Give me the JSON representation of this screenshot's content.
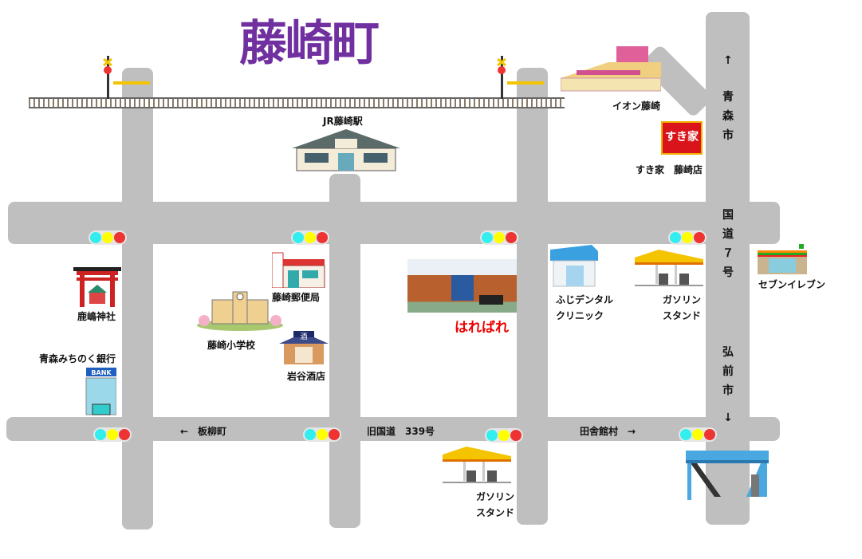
{
  "title": "藤崎町",
  "places": {
    "jr_station": "JR藤崎駅",
    "aeon": "イオン藤崎",
    "sukiya": "すき家　藤崎店",
    "sukiya_logo": "すき家",
    "seven": "セブンイレブン",
    "shrine": "鹿嶋神社",
    "bank": "青森みちのく銀行",
    "bank_sign": "BANK",
    "post": "藤崎郵便局",
    "school": "藤崎小学校",
    "sake": "岩谷酒店",
    "sake_sign": "酒",
    "harebare": "はればれ",
    "dental1": "ふじデンタル",
    "dental2": "クリニック",
    "gas1a": "ガソリン",
    "gas1b": "スタンド",
    "gas2a": "ガソリン",
    "gas2b": "スタンド"
  },
  "roads": {
    "itayanagi": "←　板柳町",
    "route339": "旧国道　339号",
    "inakadate": "田舎館村　→",
    "up_arrow": "↑",
    "aomori": [
      "青",
      "森",
      "市"
    ],
    "route7": [
      "国",
      "道",
      "７",
      "号"
    ],
    "hirosaki": [
      "弘",
      "前",
      "市"
    ],
    "down_arrow": "↓"
  },
  "colors": {
    "title": "#7030a0",
    "road": "#bfbfbf",
    "harebare": "#e00000"
  }
}
